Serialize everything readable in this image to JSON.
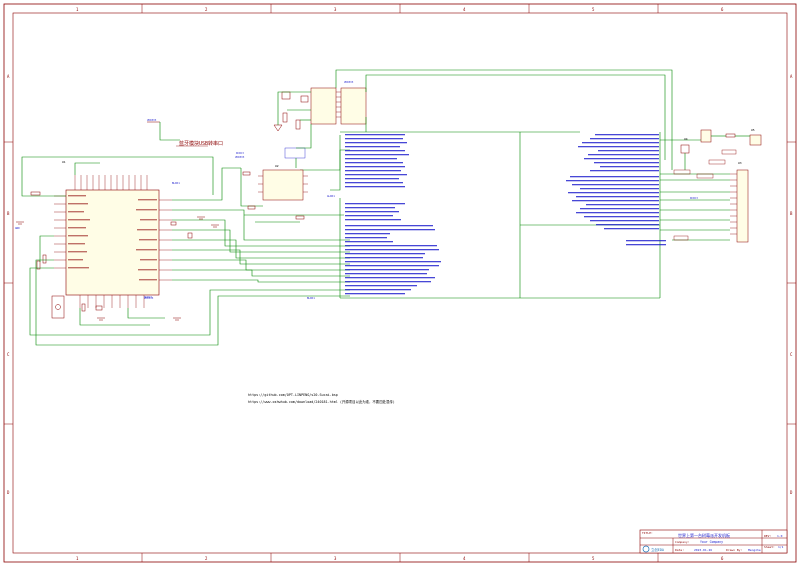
{
  "sheet": {
    "grid_cols": [
      "1",
      "2",
      "3",
      "4",
      "5",
      "6"
    ],
    "grid_rows": [
      "A",
      "B",
      "C",
      "D"
    ],
    "accent_wire": "#008800",
    "accent_border": "#8b0000",
    "accent_net": "#1a1acc"
  },
  "annotations": {
    "link1": "https://github.com/OPT-LINPENG/s20-Sucai-bsp",
    "link2": "https://www.oshwhub.com/download/240181.html (开源项目以此为准，不要四处混传)",
    "usb_note": "蓝牙模块USB转串口"
  },
  "nets": {
    "vdd_main": "VDD3V3",
    "vdd_left": "VDD3V3",
    "vdd_mid": "VDD3V3",
    "vdd_bottom": "VDD3V3",
    "gnd": "GND",
    "bldo1": "BLDO1",
    "bldo1_b": "BLDO1",
    "aldo1": "ALDO1",
    "dcdc": "DCDC3",
    "u1": "U1",
    "u2": "U2",
    "u3": "U3",
    "u4": "U4",
    "u5": "U5"
  },
  "title_block": {
    "title_label": "TITLE:",
    "title": "世界上第一台树莓派开发机板",
    "rev_label": "REV:",
    "rev": "1.0",
    "company_label": "Company:",
    "company": "Your Company",
    "date_label": "Date:",
    "date": "2023-01-26",
    "drawn_label": "Drawn By:",
    "drawn": "Mengzhe",
    "sheet_label": "Sheet:",
    "sheet": "1/1",
    "logo": "立创EDA"
  }
}
